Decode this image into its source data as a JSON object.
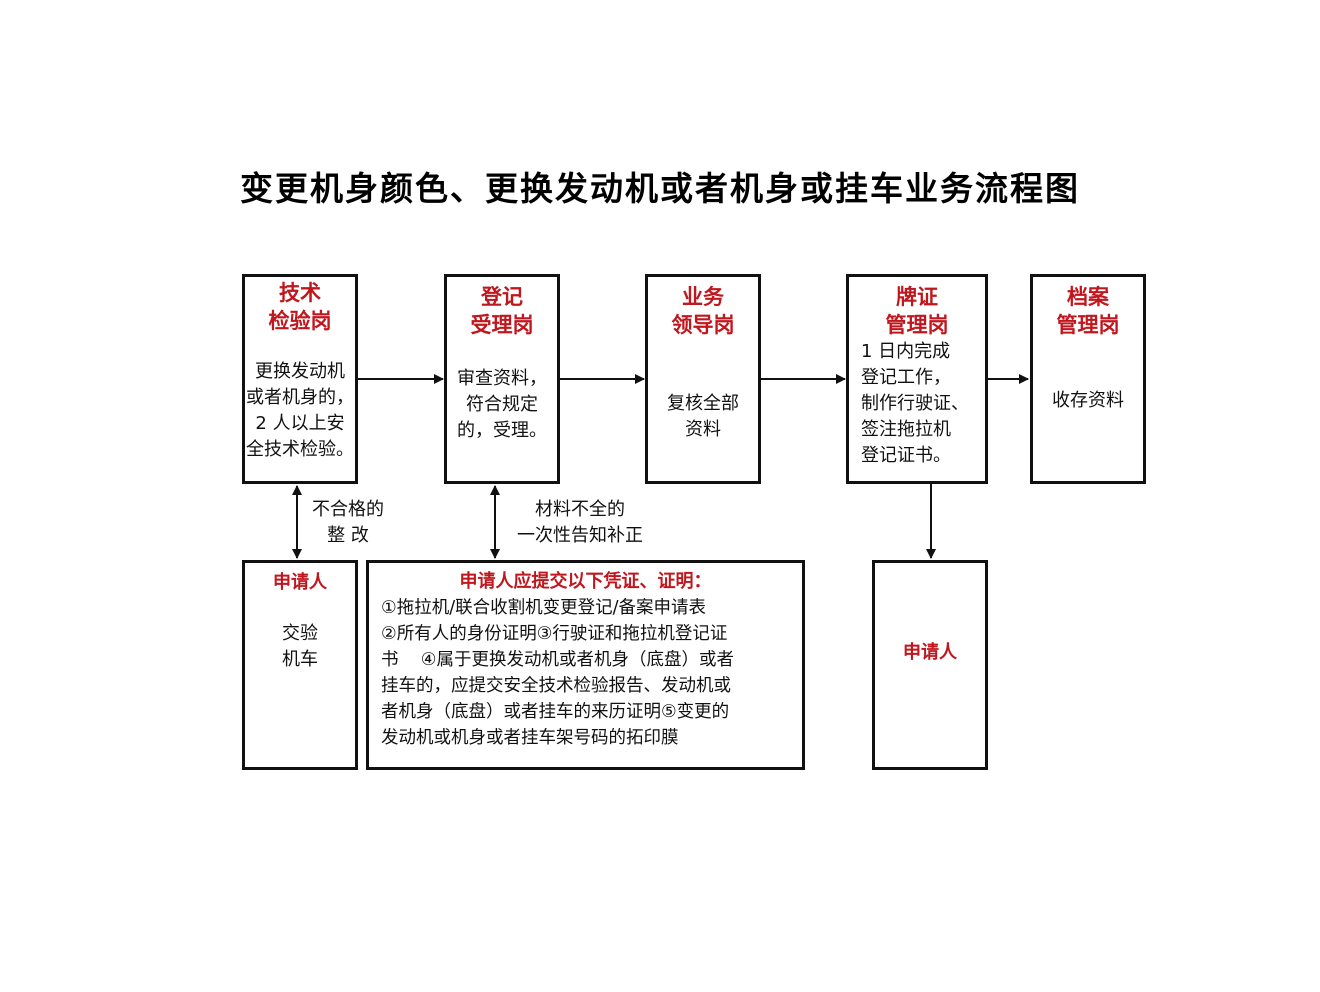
{
  "title": "变更机身颜色、更换发动机或者机身或挂车业务流程图",
  "boxes": {
    "tech": {
      "role": "技术\n检验岗",
      "desc": "更换发动机\n或者机身的，\n2 人以上安\n全技术检验。"
    },
    "reg": {
      "role": "登记\n受理岗",
      "desc": "审查资料，\n符合规定\n的，受理。"
    },
    "lead": {
      "role": "业务\n领导岗",
      "desc": "复核全部\n资料"
    },
    "plate": {
      "role": "牌证\n管理岗",
      "desc": "1 日内完成\n登记工作，\n制作行驶证、\n签注拖拉机\n登记证书。"
    },
    "archive": {
      "role": "档案\n管理岗",
      "desc": "收存资料"
    },
    "applicant1": {
      "role": "申请人",
      "desc": "交验\n机车"
    },
    "documents": {
      "heading": "申请人应提交以下凭证、证明：",
      "lines": [
        "①拖拉机/联合收割机变更登记/备案申请表",
        "②所有人的身份证明③行驶证和拖拉机登记证",
        "书    ④属于更换发动机或者机身（底盘）或者",
        "挂车的，应提交安全技术检验报告、发动机或",
        "者机身（底盘）或者挂车的来历证明⑤变更的",
        "发动机或机身或者挂车架号码的拓印膜"
      ]
    },
    "applicant2": {
      "role": "申请人"
    }
  },
  "notes": {
    "rectify": "不合格的\n整  改",
    "incomplete": "材料不全的\n一次性告知补正"
  },
  "colors": {
    "role_red": "#c0161d",
    "line": "#111111"
  },
  "flow": [
    "技术检验岗 → 登记受理岗",
    "登记受理岗 → 业务领导岗",
    "业务领导岗 → 牌证管理岗",
    "牌证管理岗 → 档案管理岗",
    "技术检验岗 ↔ 申请人",
    "登记受理岗 ↔ 申请人应提交以下凭证、证明",
    "牌证管理岗 → 申请人"
  ]
}
